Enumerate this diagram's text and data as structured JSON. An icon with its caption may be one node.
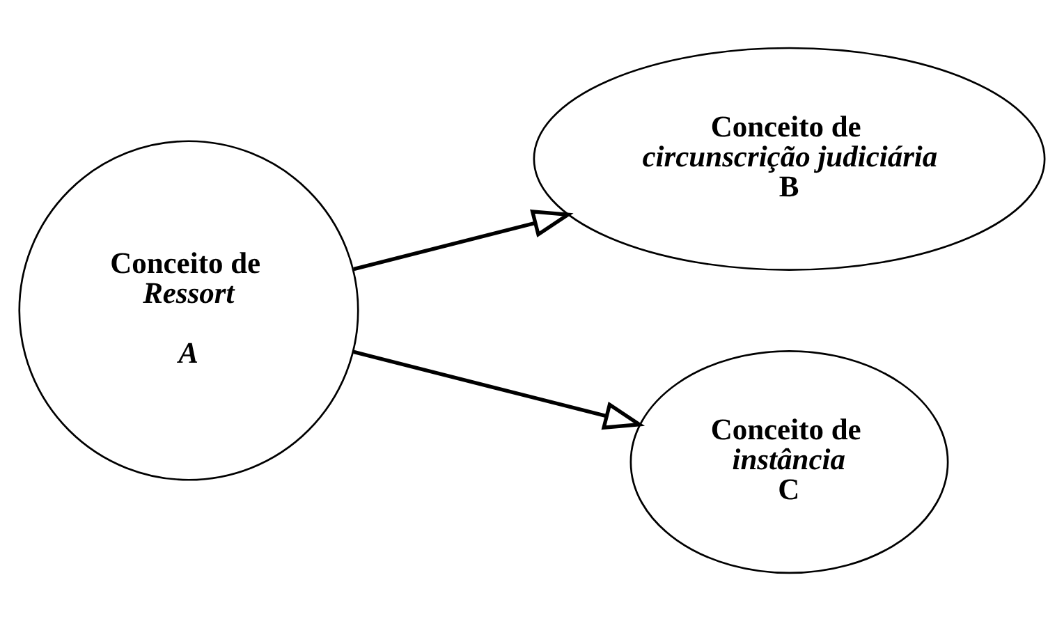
{
  "diagram": {
    "nodes": [
      {
        "text": [
          "Conceito de *Ressort*",
          "*A*"
        ]
      },
      {
        "text": [
          "Conceito de *circunscrição judiciária*",
          "B"
        ]
      },
      {
        "text": [
          "Conceito de *instância*",
          "C"
        ]
      }
    ],
    "edges": [
      {
        "from": 0,
        "to": 1,
        "arrow": "to"
      },
      {
        "from": 0,
        "to": 2,
        "arrow": "to"
      }
    ]
  }
}
